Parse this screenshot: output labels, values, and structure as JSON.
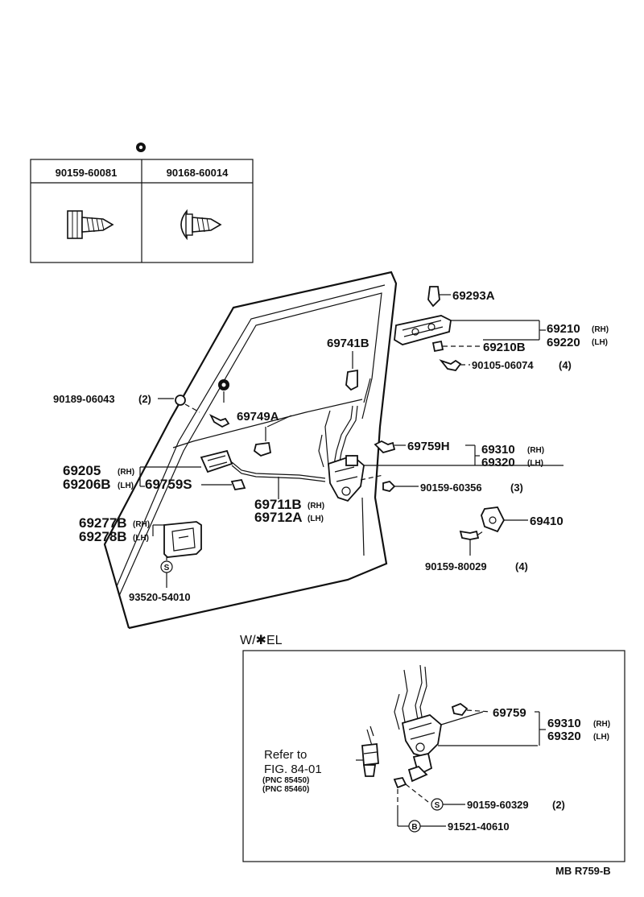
{
  "table": {
    "col1": "90159-60081",
    "col2": "90168-60014"
  },
  "parts": {
    "p69293A": "69293A",
    "p69210": "69210",
    "p69210_tag": "(RH)",
    "p69220": "69220",
    "p69220_tag": "(LH)",
    "p69210B": "69210B",
    "p90105": "90105-06074",
    "p90105_qty": "(4)",
    "p69741B": "69741B",
    "p90189": "90189-06043",
    "p90189_qty": "(2)",
    "p69749A": "69749A",
    "p69759H": "69759H",
    "p69310": "69310",
    "p69310_tag": "(RH)",
    "p69320": "69320",
    "p69320_tag": "(LH)",
    "p69205": "69205",
    "p69205_tag": "(RH)",
    "p69206B": "69206B",
    "p69206B_tag": "(LH)",
    "p69759S": "69759S",
    "p90159_60356": "90159-60356",
    "p90159_60356_qty": "(3)",
    "p69711B": "69711B",
    "p69711B_tag": "(RH)",
    "p69712A": "69712A",
    "p69712A_tag": "(LH)",
    "p69277B": "69277B",
    "p69277B_tag": "(RH)",
    "p69278B": "69278B",
    "p69278B_tag": "(LH)",
    "p69410": "69410",
    "p90159_80029": "90159-80029",
    "p90159_80029_qty": "(4)",
    "s_letter": "S",
    "p93520": "93520-54010"
  },
  "inset": {
    "title": "W/✱EL",
    "p69759": "69759",
    "p69310": "69310",
    "p69310_tag": "(RH)",
    "p69320": "69320",
    "p69320_tag": "(LH)",
    "refer1": "Refer to",
    "refer2": "FIG. 84-01",
    "pnc1": "(PNC 85450)",
    "pnc2": "(PNC 85460)",
    "s_letter": "S",
    "p90159_60329": "90159-60329",
    "p90159_60329_qty": "(2)",
    "b_letter": "B",
    "p91521": "91521-40610"
  },
  "footer": {
    "code": "MB R759-B"
  }
}
